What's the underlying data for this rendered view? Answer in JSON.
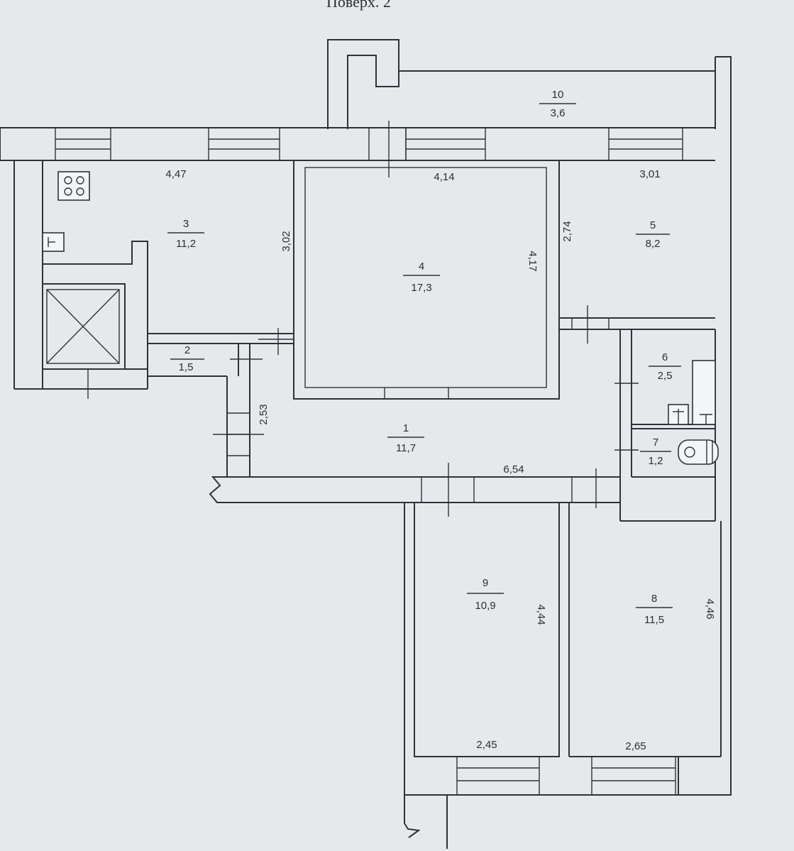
{
  "floor_title": "Поверх. 2",
  "rooms": [
    {
      "id": "1",
      "number": "1",
      "area": "11,7"
    },
    {
      "id": "2",
      "number": "2",
      "area": "1,5"
    },
    {
      "id": "3",
      "number": "3",
      "area": "11,2"
    },
    {
      "id": "4",
      "number": "4",
      "area": "17,3"
    },
    {
      "id": "5",
      "number": "5",
      "area": "8,2"
    },
    {
      "id": "6",
      "number": "6",
      "area": "2,5"
    },
    {
      "id": "7",
      "number": "7",
      "area": "1,2"
    },
    {
      "id": "8",
      "number": "8",
      "area": "11,5"
    },
    {
      "id": "9",
      "number": "9",
      "area": "10,9"
    },
    {
      "id": "10",
      "number": "10",
      "area": "3,6"
    }
  ],
  "dimensions": {
    "room3_width": "4,47",
    "room3_height": "3,02",
    "room4_width": "4,14",
    "room4_height": "4,17",
    "room5_width": "3,01",
    "room5_height": "2,74",
    "corridor_width": "6,54",
    "corridor_height": "2,53",
    "room9_width": "2,45",
    "room9_height": "4,44",
    "room8_width": "2,65",
    "room8_height": "4,46"
  },
  "icons": [
    "stove-icon",
    "sink-icon",
    "ventilation-shaft-icon",
    "bathtub-icon",
    "washbasin-icon",
    "toilet-icon"
  ]
}
